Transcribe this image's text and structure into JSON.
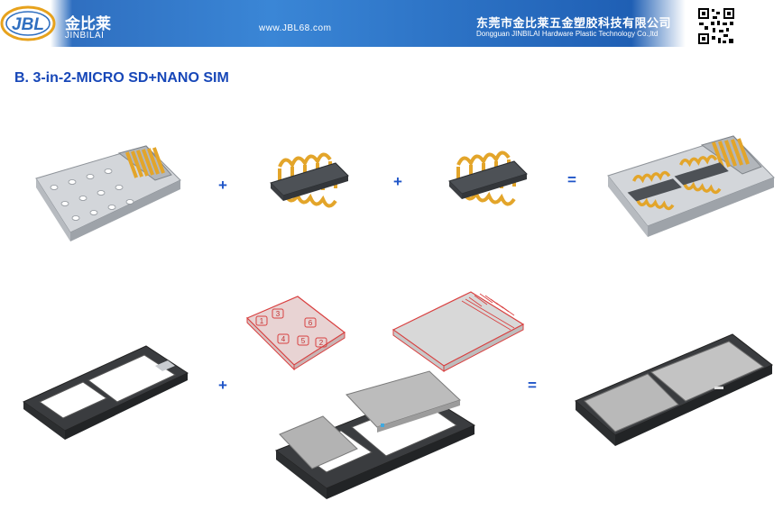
{
  "header": {
    "logo_text": "JBL",
    "brand_cn": "金比莱",
    "brand_en": "JINBILAI",
    "website": "www.JBL68.com",
    "company_cn": "东莞市金比莱五金塑胶科技有限公司",
    "company_en": "Dongguan JINBILAI Hardware Plastic Technology Co.,ltd"
  },
  "section_title": "B. 3-in-2-MICRO SD+NANO SIM",
  "operators": {
    "row1_plus_1": "+",
    "row1_plus_2": "+",
    "row1_equals": "=",
    "row2_plus": "+",
    "row2_equals": "="
  },
  "nano_sim_pins": [
    "1",
    "3",
    "6",
    "4",
    "5",
    "2"
  ],
  "colors": {
    "banner_blue": "#2f6fc0",
    "title_blue": "#1747b8",
    "contact_gold": "#e3a52a",
    "tray_black": "#333333",
    "metal_gray": "#c9ccd0",
    "card_outline_red": "#d94040"
  }
}
